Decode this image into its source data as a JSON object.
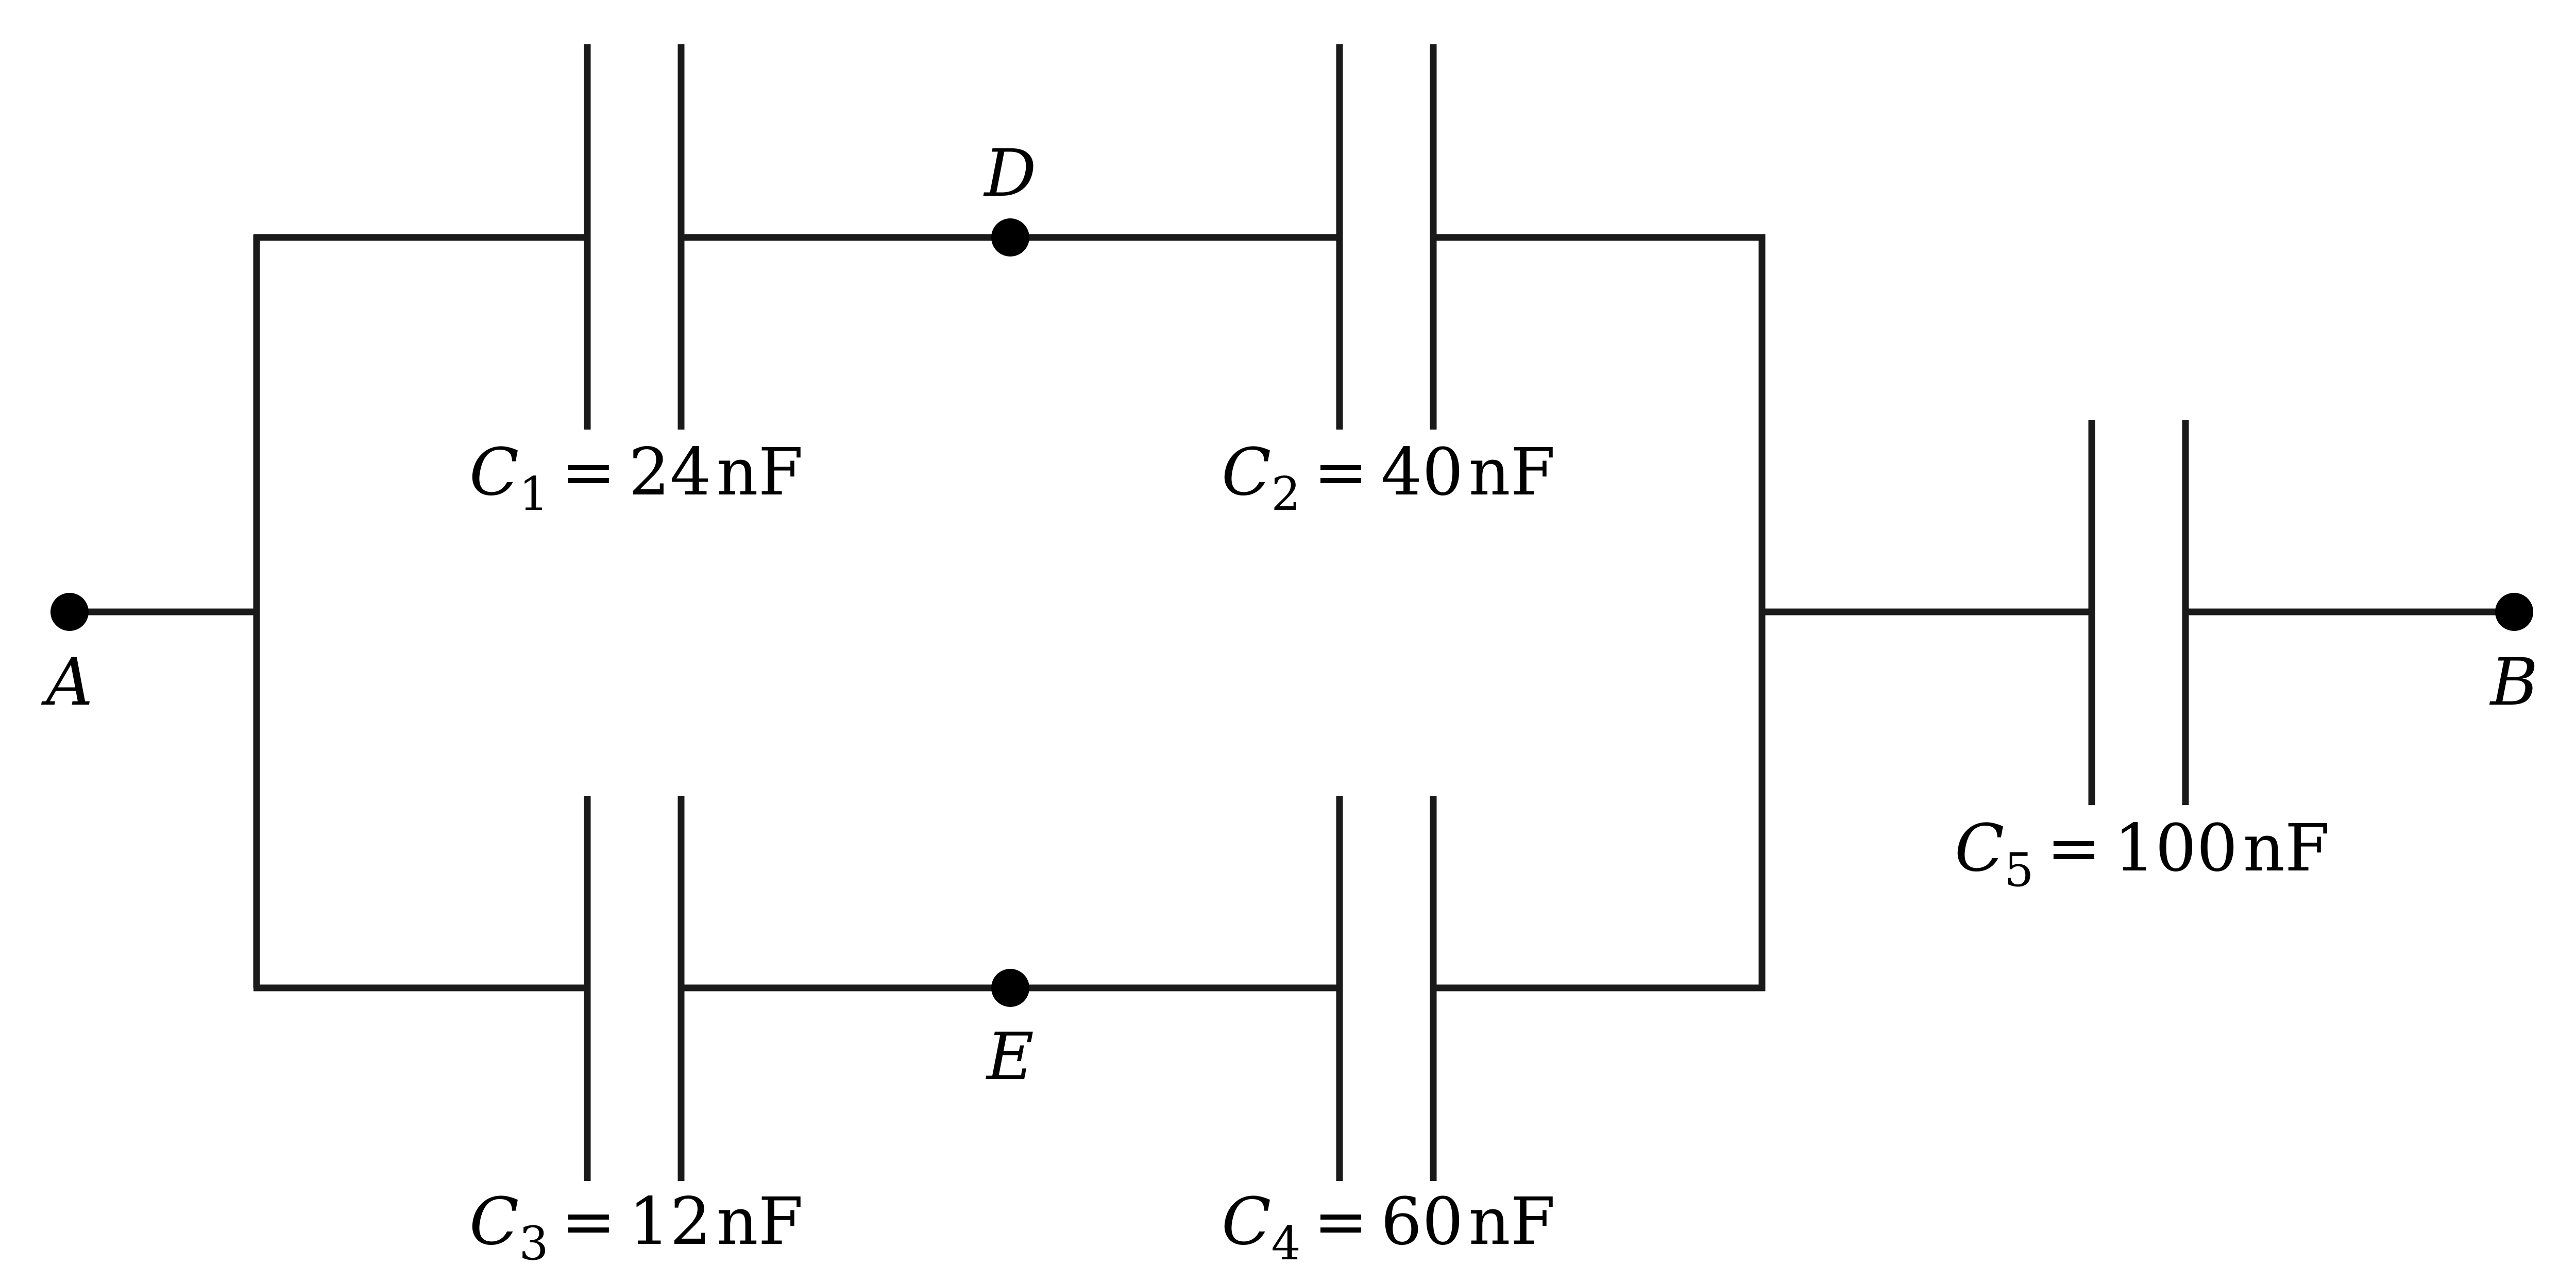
{
  "diagram": {
    "type": "capacitor-network",
    "terminals": [
      {
        "id": "A",
        "label": "A"
      },
      {
        "id": "B",
        "label": "B"
      }
    ],
    "nodes": [
      {
        "id": "D",
        "label": "D"
      },
      {
        "id": "E",
        "label": "E"
      }
    ],
    "capacitors": [
      {
        "id": "C1",
        "symbol": "C",
        "subscript": "1",
        "equals": "=",
        "value": "24",
        "unit": "nF"
      },
      {
        "id": "C2",
        "symbol": "C",
        "subscript": "2",
        "equals": "=",
        "value": "40",
        "unit": "nF"
      },
      {
        "id": "C3",
        "symbol": "C",
        "subscript": "3",
        "equals": "=",
        "value": "12",
        "unit": "nF"
      },
      {
        "id": "C4",
        "symbol": "C",
        "subscript": "4",
        "equals": "=",
        "value": "60",
        "unit": "nF"
      },
      {
        "id": "C5",
        "symbol": "C",
        "subscript": "5",
        "equals": "=",
        "value": "100",
        "unit": "nF"
      }
    ],
    "connections": [
      {
        "from": "A",
        "to": "C1",
        "via": "upper branch"
      },
      {
        "from": "C1",
        "to": "C2",
        "via": "D"
      },
      {
        "from": "A",
        "to": "C3",
        "via": "lower branch"
      },
      {
        "from": "C3",
        "to": "C4",
        "via": "E"
      },
      {
        "from": "C2",
        "to": "C5",
        "via": "right junction"
      },
      {
        "from": "C4",
        "to": "C5",
        "via": "right junction"
      },
      {
        "from": "C5",
        "to": "B",
        "via": "wire"
      }
    ]
  }
}
